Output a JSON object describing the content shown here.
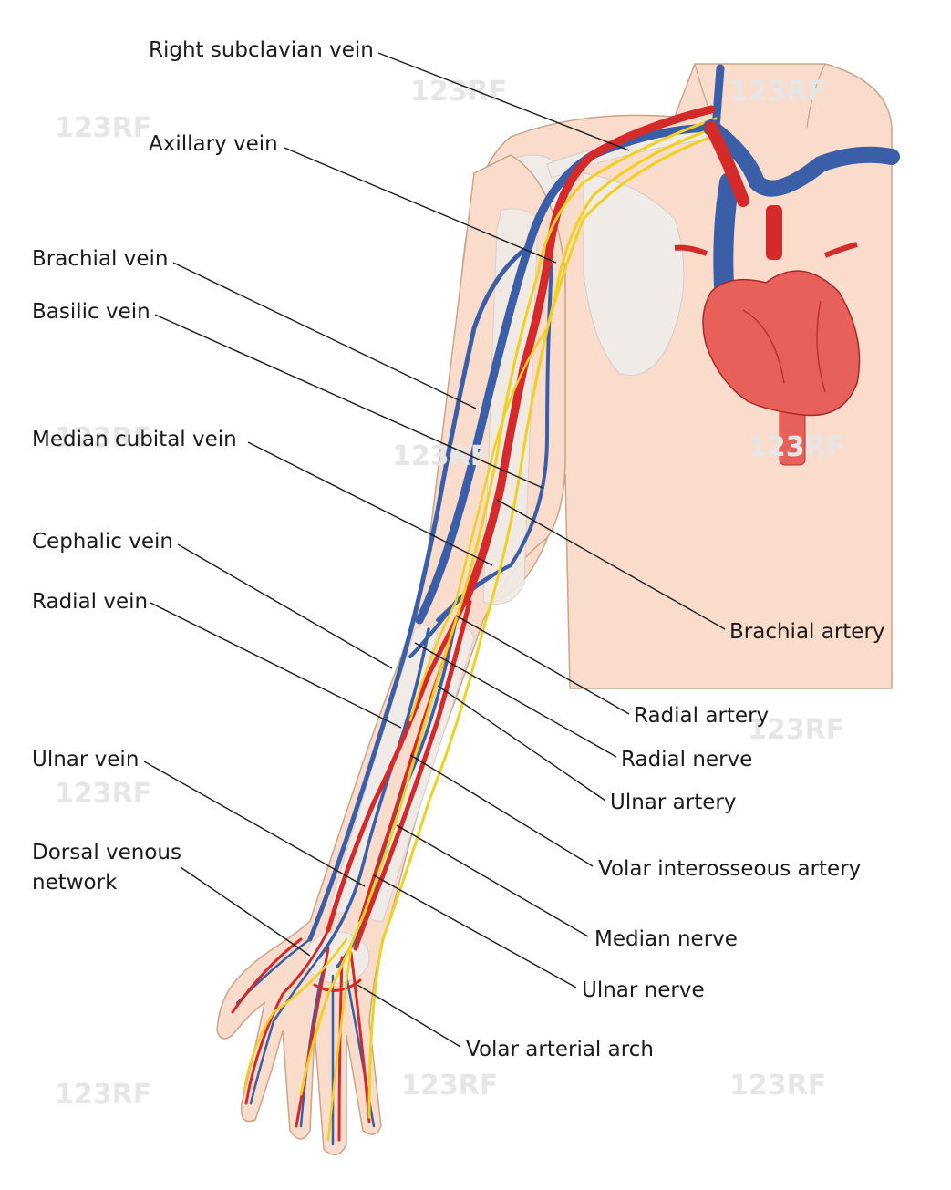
{
  "colors": {
    "skin": "#f9dccb",
    "skin_outline": "#c9a58a",
    "bone": "#f2ece8",
    "vein": "#3a5ea8",
    "artery": "#d42a2a",
    "nerve": "#f0d020",
    "heart": "#e8605a",
    "heart_dark": "#c0302e"
  },
  "labels_left": [
    "Right subclavian vein",
    "Axillary vein",
    "Brachial vein",
    "Basilic vein",
    "Median cubital vein",
    "Cephalic vein",
    "Radial vein",
    "Ulnar vein",
    "Dorsal venous",
    "network"
  ],
  "labels_right": [
    "Brachial artery",
    "Radial artery",
    "Radial nerve",
    "Ulnar artery",
    "Volar interosseous artery",
    "Median nerve",
    "Ulnar nerve",
    "Volar arterial arch"
  ],
  "watermark": "123RF"
}
